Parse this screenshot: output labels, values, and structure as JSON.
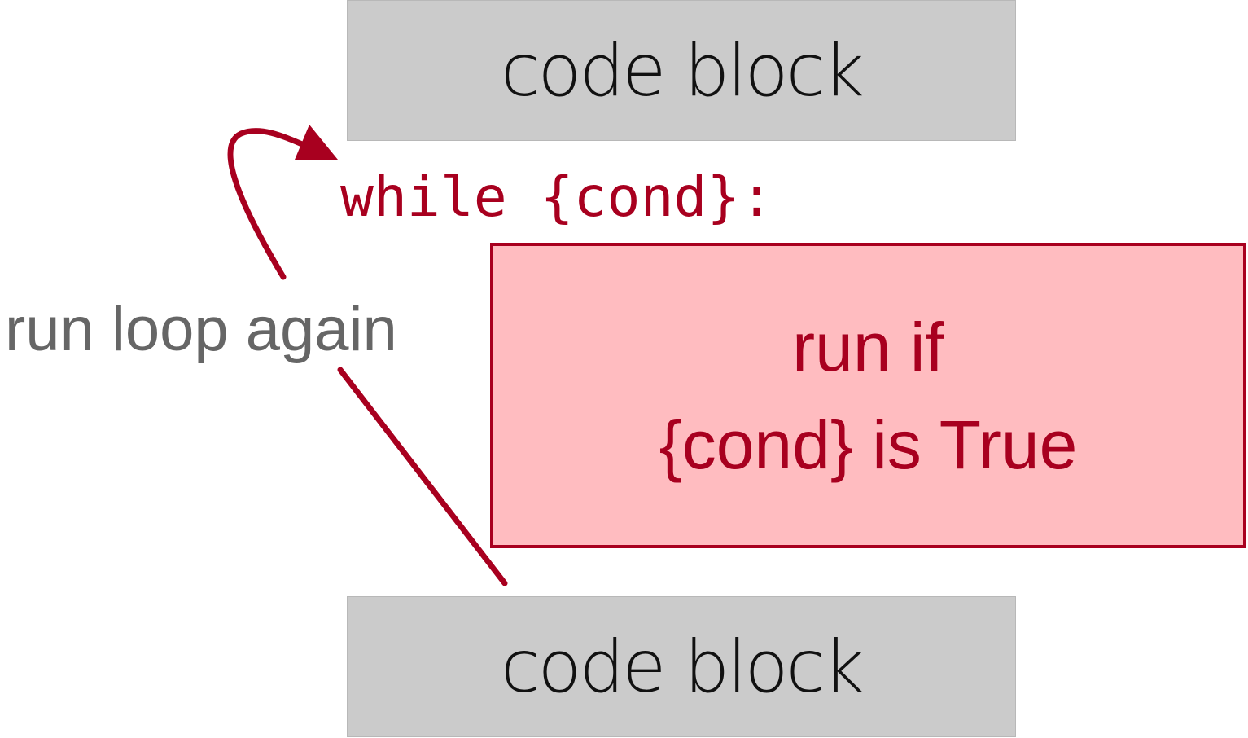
{
  "blocks": {
    "top_label": "code block",
    "bottom_label": "code block"
  },
  "loop": {
    "header": "while {cond}:",
    "body_line1": "run if",
    "body_line2": "{cond} is True",
    "again_label": "run loop again"
  },
  "colors": {
    "accent": "#a8001f",
    "body_fill": "#ffbcc0",
    "block_fill": "#cbcbcb",
    "label_gray": "#666666"
  }
}
